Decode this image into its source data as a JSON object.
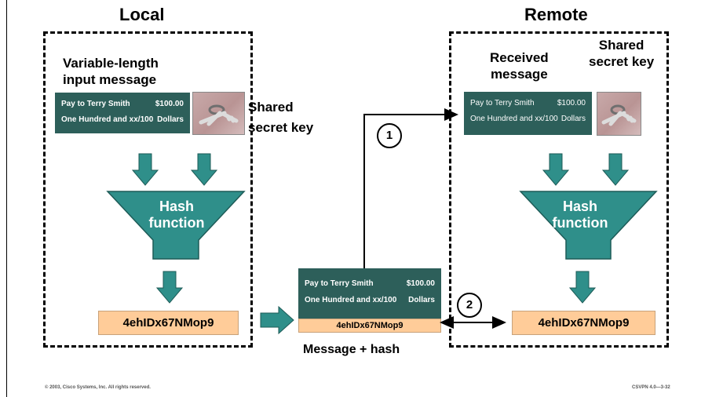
{
  "local": {
    "title": "Local",
    "input_label": "Variable-length\ninput message",
    "key_label": "Shared\nsecret key",
    "message": {
      "line1_left": "Pay to Terry Smith",
      "line1_right": "$100.00",
      "line2_left": "One Hundred and xx/100",
      "line2_right": "Dollars"
    },
    "hash_function": "Hash\nfunction",
    "hash_value": "4ehIDx67NMop9"
  },
  "transit": {
    "message": {
      "line1_left": "Pay to Terry Smith",
      "line1_right": "$100.00",
      "line2_left": "One Hundred and xx/100",
      "line2_right": "Dollars"
    },
    "hash_value": "4ehIDx67NMop9",
    "caption": "Message + hash",
    "step1": "1",
    "step2": "2"
  },
  "remote": {
    "title": "Remote",
    "received_label": "Received\nmessage",
    "key_label": "Shared\nsecret key",
    "message": {
      "line1_left": "Pay to Terry Smith",
      "line1_right": "$100.00",
      "line2_left": "One Hundred and xx/100",
      "line2_right": "Dollars"
    },
    "hash_function": "Hash\nfunction",
    "hash_value": "4ehIDx67NMop9"
  },
  "footer": {
    "copyright": "© 2003, Cisco Systems, Inc. All rights reserved.",
    "code": "CSVPN 4.0—3-32"
  },
  "colors": {
    "teal": "#2d5f5a",
    "arrow_teal": "#2f8f8a",
    "hash_fill": "#ffcc99"
  }
}
